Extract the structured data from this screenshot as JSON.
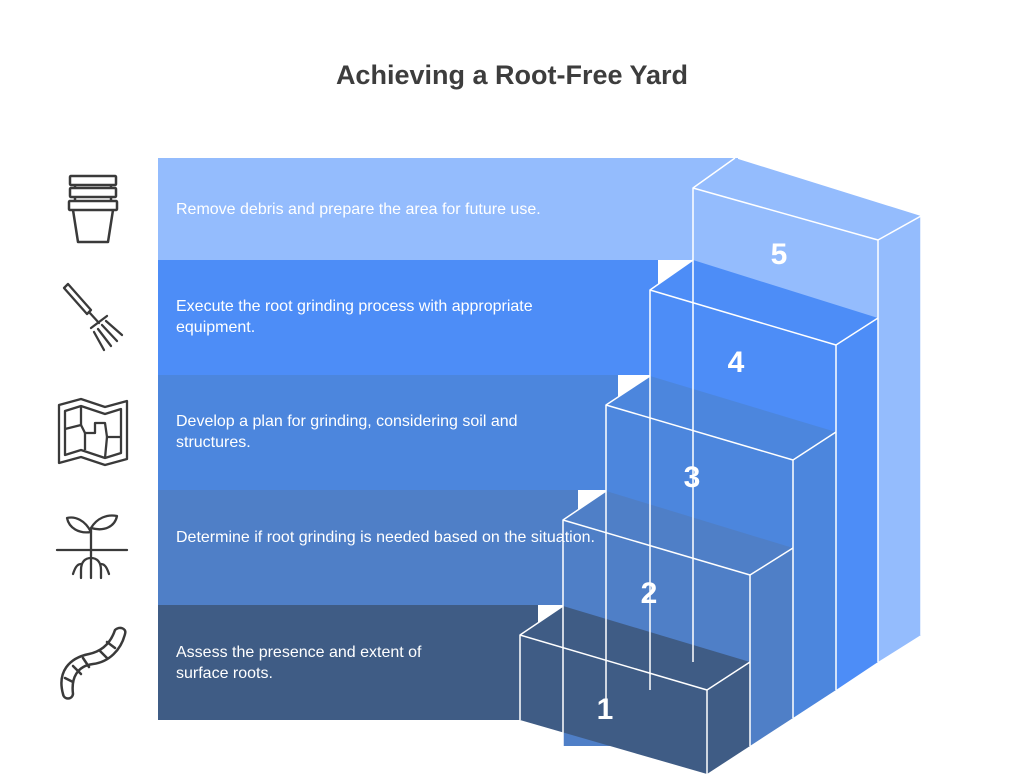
{
  "title": "Achieving a Root-Free Yard",
  "colors": {
    "step1": "#3f5c85",
    "step2": "#4f7fc7",
    "step3": "#4c86dd",
    "step4": "#4d8df7",
    "step5": "#94bcfd"
  },
  "steps": [
    {
      "number": "5",
      "text": "Remove debris and prepare the area for future use.",
      "icon": "pots-stack-icon"
    },
    {
      "number": "4",
      "text": "Execute the root grinding process with appropriate equipment.",
      "icon": "hand-rake-icon"
    },
    {
      "number": "3",
      "text": "Develop a plan for grinding, considering soil and structures.",
      "icon": "map-plan-icon"
    },
    {
      "number": "2",
      "text": "Determine if root grinding is needed based on the situation.",
      "icon": "sprout-roots-icon"
    },
    {
      "number": "1",
      "text": "Assess the presence and extent of surface roots.",
      "icon": "worm-root-icon"
    }
  ]
}
